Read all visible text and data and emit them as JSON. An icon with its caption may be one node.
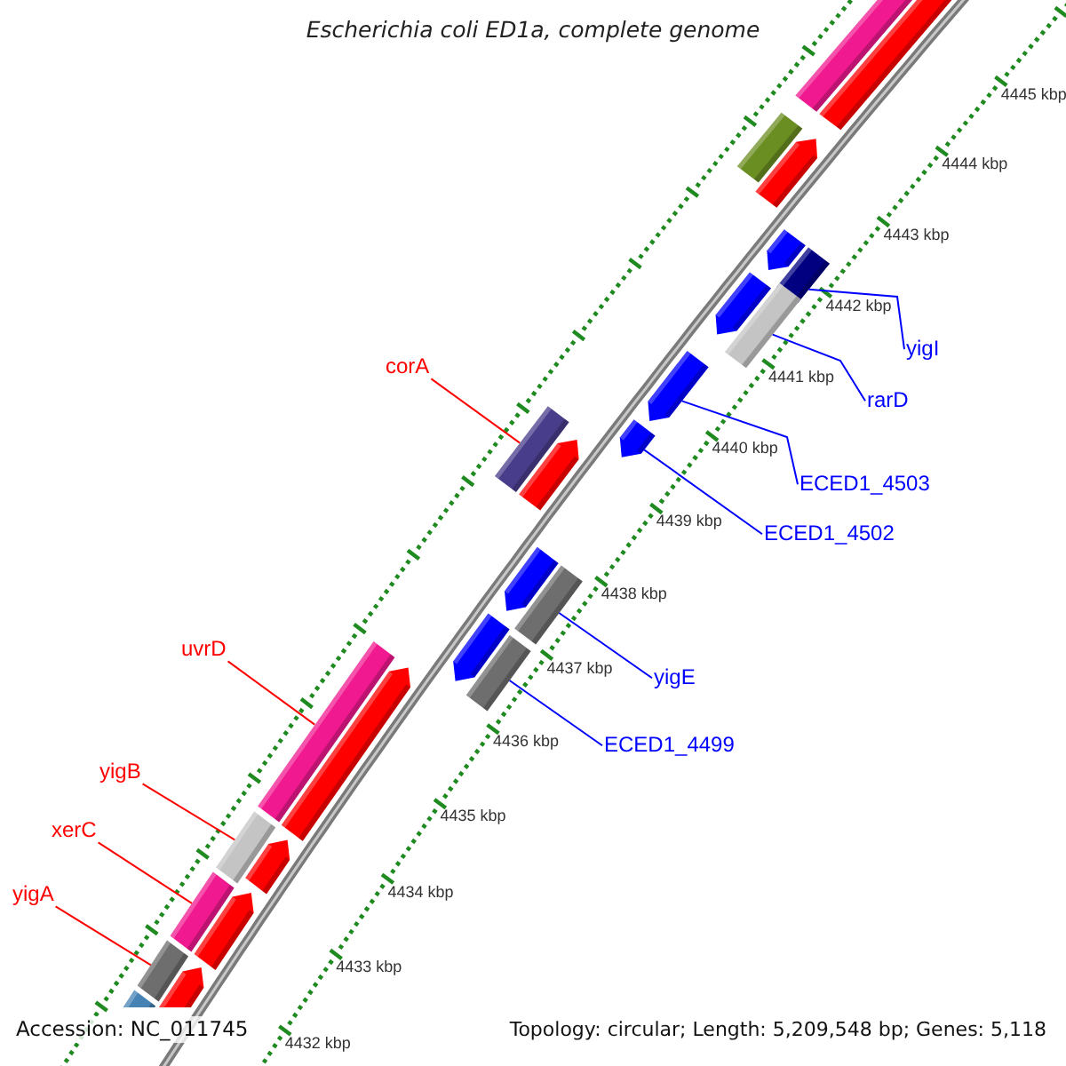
{
  "diagram": {
    "title": "Escherichia coli ED1a, complete genome",
    "nodes": [
      {
        "text": [
          "yigI"
        ]
      },
      {
        "text": [
          "rarD"
        ]
      },
      {
        "text": [
          "corA"
        ]
      },
      {
        "text": [
          "ECED1_4503"
        ]
      },
      {
        "text": [
          "ECED1_4502"
        ]
      },
      {
        "text": [
          "uvrD"
        ]
      },
      {
        "text": [
          "yigE"
        ]
      },
      {
        "text": [
          "ECED1_4499"
        ]
      },
      {
        "text": [
          "yigB"
        ]
      },
      {
        "text": [
          "xerC"
        ]
      },
      {
        "text": [
          "yigA"
        ]
      },
      {
        "text": [],
        "shape": "bar"
      },
      {
        "text": [],
        "shape": "pentagon"
      },
      {
        "text": [],
        "shape": "bar"
      },
      {
        "text": [],
        "shape": "pentagon"
      },
      {
        "text": [],
        "shape": "pentagon"
      },
      {
        "text": [],
        "shape": "bar"
      },
      {
        "text": [],
        "shape": "pentagon"
      },
      {
        "text": [],
        "shape": "bar"
      },
      {
        "text": [],
        "shape": "pentagon"
      },
      {
        "text": [],
        "shape": "pentagon"
      },
      {
        "text": [],
        "shape": "bar"
      },
      {
        "text": [],
        "shape": "pentagon"
      },
      {
        "text": [],
        "shape": "pentagon"
      },
      {
        "text": [],
        "shape": "bar"
      },
      {
        "text": [],
        "shape": "pentagon"
      },
      {
        "text": [],
        "shape": "bar"
      },
      {
        "text": [],
        "shape": "bar"
      },
      {
        "text": [],
        "shape": "pentagon"
      },
      {
        "text": [],
        "shape": "bar"
      },
      {
        "text": [],
        "shape": "pentagon"
      },
      {
        "text": [],
        "shape": "bar"
      },
      {
        "text": [],
        "shape": "pentagon"
      },
      {
        "text": [],
        "shape": "bar"
      },
      {
        "text": [],
        "shape": "pentagon"
      },
      {
        "text": [],
        "shape": "bar"
      }
    ],
    "edges": [
      {
        "from": 0,
        "to": 16,
        "arrow": "none"
      },
      {
        "from": 1,
        "to": 18,
        "arrow": "none"
      },
      {
        "from": 2,
        "to": 21,
        "arrow": "none",
        "color": "#ff0000"
      },
      {
        "from": 3,
        "to": 19,
        "arrow": "none"
      },
      {
        "from": 4,
        "to": 20,
        "arrow": "none"
      },
      {
        "from": 5,
        "to": 27,
        "arrow": "none",
        "color": "#ff0000"
      },
      {
        "from": 6,
        "to": 24,
        "arrow": "none"
      },
      {
        "from": 7,
        "to": 26,
        "arrow": "none"
      },
      {
        "from": 8,
        "to": 29,
        "arrow": "none",
        "color": "#ff0000"
      },
      {
        "from": 9,
        "to": 31,
        "arrow": "none",
        "color": "#ff0000"
      },
      {
        "from": 10,
        "to": 33,
        "arrow": "none",
        "color": "#ff0000"
      }
    ],
    "labels": [
      "4445 kbp",
      "4444 kbp",
      "4443 kbp",
      "4442 kbp",
      "4441 kbp",
      "4440 kbp",
      "4439 kbp",
      "4438 kbp",
      "4437 kbp",
      "4436 kbp",
      "4435 kbp",
      "4434 kbp",
      "4433 kbp",
      "4432 kbp",
      "Accession: NC_011745",
      "Topology: circular; Length: 5,209,548 bp; Genes: 5,118"
    ]
  }
}
